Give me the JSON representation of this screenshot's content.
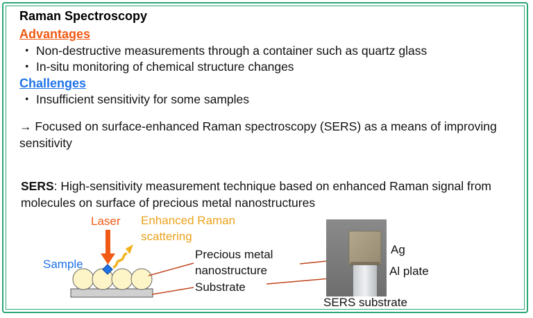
{
  "title": "Raman Spectroscopy",
  "advantages": {
    "heading": "Advantages",
    "items": [
      "Non-destructive measurements through a container such as quartz glass",
      "In-situ monitoring of chemical structure changes"
    ]
  },
  "challenges": {
    "heading": "Challenges",
    "items": [
      "Insufficient sensitivity for some samples"
    ]
  },
  "bullet_mark": "・",
  "focus_text": "→ Focused on surface-enhanced Raman spectroscopy (SERS) as a means of improving sensitivity",
  "sers": {
    "term": "SERS",
    "definition": ": High-sensitivity measurement technique based on enhanced Raman signal from molecules on surface of precious metal nanostructures"
  },
  "diagram": {
    "laser_label": "Laser",
    "scatter_label": "Enhanced Raman scattering",
    "sample_label": "Sample",
    "nanostructure_label": "Precious metal nanostructure",
    "substrate_label": "Substrate",
    "ag_label": "Ag",
    "al_label": "Al plate",
    "photo_caption": "SERS substrate"
  },
  "colors": {
    "frame": "#2aa874",
    "advantages": "#f05a14",
    "challenges": "#1f73e8",
    "laser": "#f05a14",
    "scatter": "#eba21c",
    "sample": "#1f73e8",
    "leader_lines": "#c0451e"
  }
}
